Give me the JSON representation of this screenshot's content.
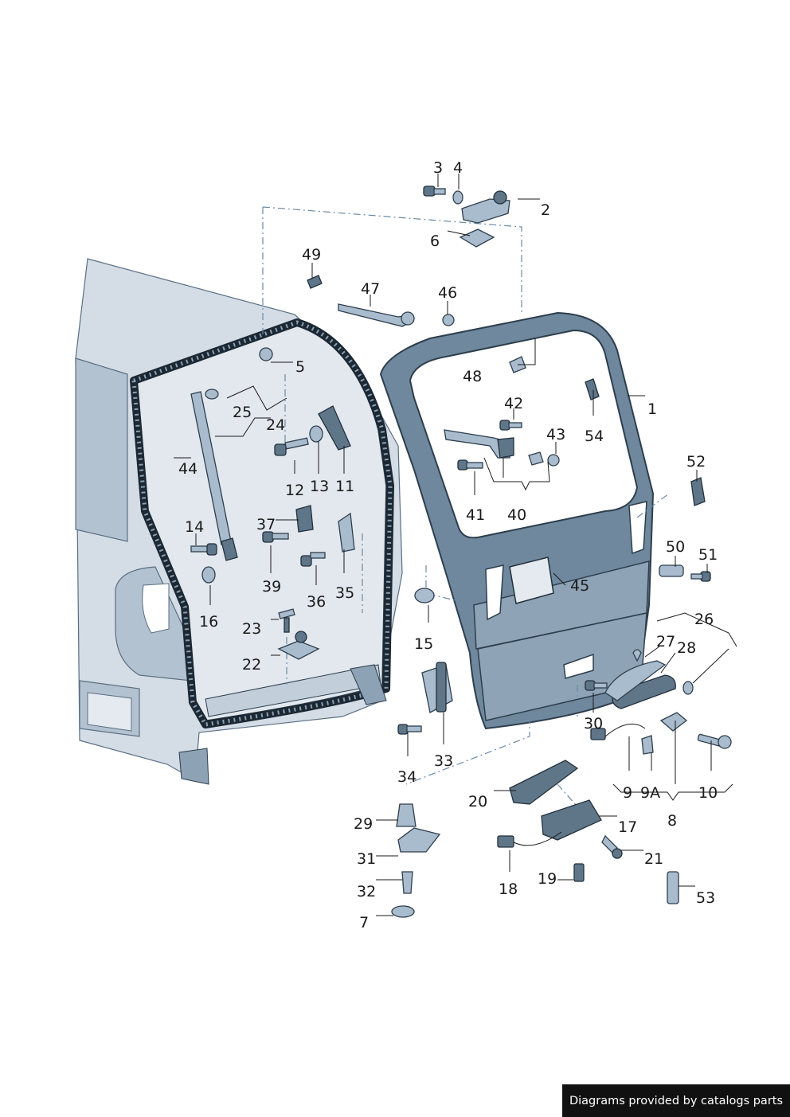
{
  "callouts": {
    "c1": "1",
    "c2": "2",
    "c3": "3",
    "c4": "4",
    "c5": "5",
    "c6": "6",
    "c7": "7",
    "c8": "8",
    "c9": "9",
    "c9a": "9A",
    "c10": "10",
    "c11": "11",
    "c12": "12",
    "c13": "13",
    "c14": "14",
    "c15": "15",
    "c16": "16",
    "c17": "17",
    "c18": "18",
    "c19": "19",
    "c20": "20",
    "c21": "21",
    "c22": "22",
    "c23": "23",
    "c24": "24",
    "c25": "25",
    "c26": "26",
    "c27": "27",
    "c28": "28",
    "c29": "29",
    "c30": "30",
    "c31": "31",
    "c32": "32",
    "c33": "33",
    "c34": "34",
    "c35": "35",
    "c36": "36",
    "c37": "37",
    "c39": "39",
    "c40": "40",
    "c41": "41",
    "c42": "42",
    "c43": "43",
    "c44": "44",
    "c45": "45",
    "c46": "46",
    "c47": "47",
    "c48": "48",
    "c49": "49",
    "c50": "50",
    "c51": "51",
    "c52": "52",
    "c53": "53",
    "c54": "54"
  },
  "footer": {
    "text": "Diagrams provided by catalogs parts"
  }
}
